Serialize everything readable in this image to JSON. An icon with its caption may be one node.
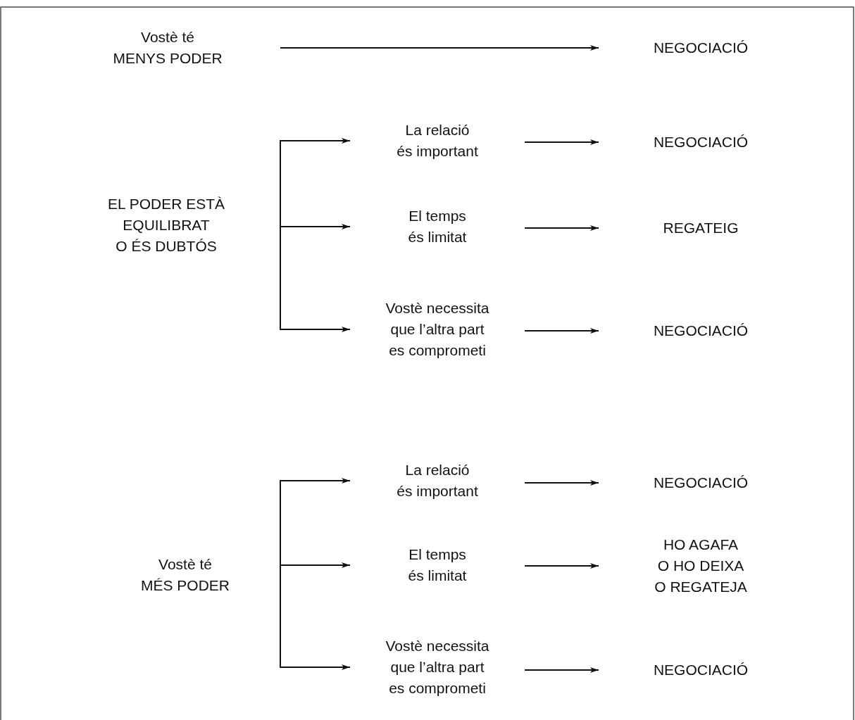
{
  "diagram": {
    "nodes": [
      {
        "text": [
          "Vostè té MENYS PODER"
        ]
      },
      {
        "text": [
          "NEGOCIACIÓ"
        ]
      },
      {
        "text": [
          "EL PODER ESTÀ EQUILIBRAT O ÉS DUBTÓS"
        ]
      },
      {
        "text": [
          "La relació és important"
        ]
      },
      {
        "text": [
          "NEGOCIACIÓ"
        ]
      },
      {
        "text": [
          "El temps és limitat"
        ]
      },
      {
        "text": [
          "REGATEIG"
        ]
      },
      {
        "text": [
          "Vostè necessita que l’altra part es comprometi"
        ]
      },
      {
        "text": [
          "NEGOCIACIÓ"
        ]
      },
      {
        "text": [
          "Vostè té MÉS PODER"
        ]
      },
      {
        "text": [
          "La relació és important"
        ]
      },
      {
        "text": [
          "NEGOCIACIÓ"
        ]
      },
      {
        "text": [
          "El temps és limitat"
        ]
      },
      {
        "text": [
          "HO AGAFA O HO DEIXA O REGATEJA"
        ]
      },
      {
        "text": [
          "Vostè necessita que l’altra part es comprometi"
        ]
      },
      {
        "text": [
          "NEGOCIACIÓ"
        ]
      }
    ],
    "edges": [
      {
        "from": 0,
        "to": 1,
        "arrow": "to"
      },
      {
        "from": 2,
        "to": 3,
        "arrow": "to"
      },
      {
        "from": 3,
        "to": 4,
        "arrow": "to"
      },
      {
        "from": 2,
        "to": 5,
        "arrow": "to"
      },
      {
        "from": 5,
        "to": 6,
        "arrow": "to"
      },
      {
        "from": 2,
        "to": 7,
        "arrow": "to"
      },
      {
        "from": 7,
        "to": 8,
        "arrow": "to"
      },
      {
        "from": 9,
        "to": 10,
        "arrow": "to"
      },
      {
        "from": 10,
        "to": 11,
        "arrow": "to"
      },
      {
        "from": 9,
        "to": 12,
        "arrow": "to"
      },
      {
        "from": 12,
        "to": 13,
        "arrow": "to"
      },
      {
        "from": 9,
        "to": 14,
        "arrow": "to"
      },
      {
        "from": 14,
        "to": 15,
        "arrow": "to"
      }
    ]
  }
}
